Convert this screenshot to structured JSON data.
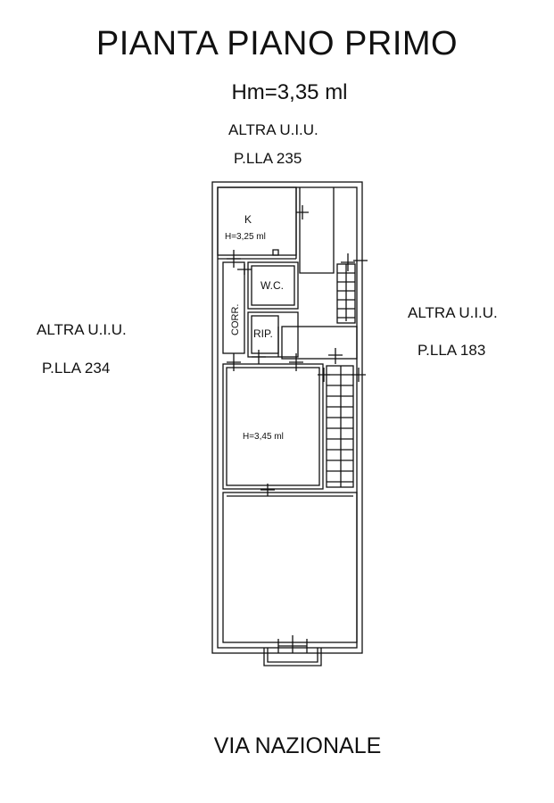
{
  "title": "PIANTA PIANO PRIMO",
  "floor_height": "Hm=3,35 ml",
  "neighbors": {
    "north": {
      "unit": "ALTRA U.I.U.",
      "parcel": "P.LLA 235"
    },
    "west": {
      "unit": "ALTRA U.I.U.",
      "parcel": "P.LLA 234"
    },
    "east": {
      "unit": "ALTRA U.I.U.",
      "parcel": "P.LLA 183"
    }
  },
  "street": "VIA NAZIONALE",
  "rooms": {
    "kitchen": {
      "label": "K",
      "height": "H=3,25 ml"
    },
    "wc": {
      "label": "W.C."
    },
    "corridor": {
      "label": "CORR."
    },
    "storage": {
      "label": "RIP."
    },
    "middle_room": {
      "height": "H=3,45 ml"
    }
  }
}
